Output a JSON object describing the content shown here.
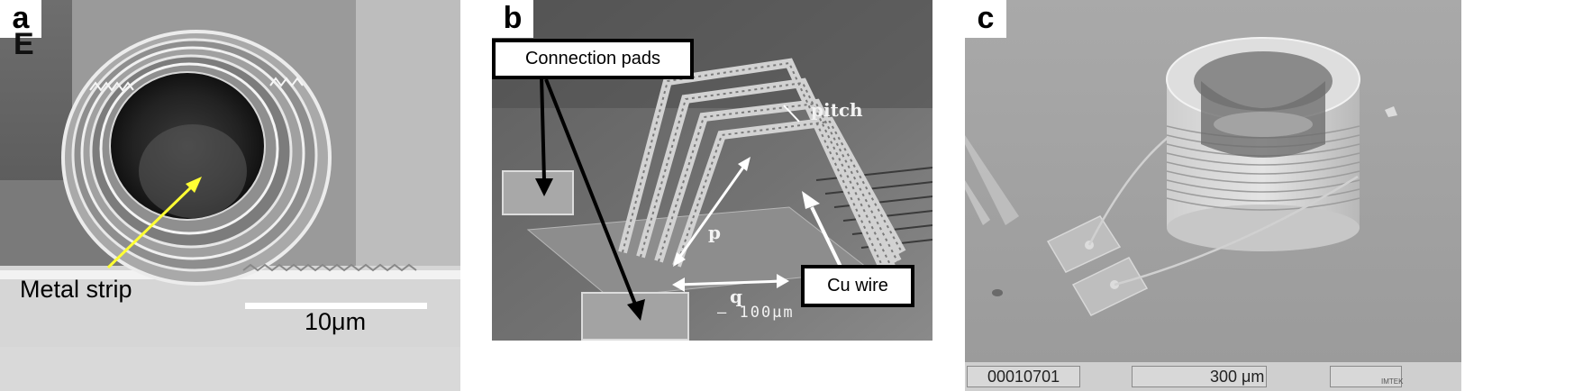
{
  "panels": [
    {
      "id": "a",
      "label": "a",
      "corner_letter": "E",
      "annotation": "Metal strip",
      "scale_bar": "10μm",
      "arrow_color": "#ffff33"
    },
    {
      "id": "b",
      "label": "b",
      "top_box": "Connection pads",
      "bottom_box": "Cu wire",
      "image_labels": {
        "pitch": "pitch",
        "p": "p",
        "q": "q"
      },
      "scale_text": "— 100μm"
    },
    {
      "id": "c",
      "label": "c",
      "image_number": "00010701",
      "scale_bar": "300 μm",
      "logo_text": "IMTEK"
    }
  ]
}
